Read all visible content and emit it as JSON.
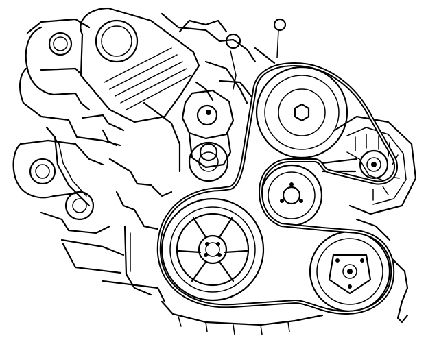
{
  "diagram": {
    "components": [
      "timing-belt-cover",
      "intake-manifold",
      "belt-tensioner-pulley",
      "water-pump-pulley",
      "alternator",
      "idler-pulley",
      "crankshaft-pulley",
      "ac-compressor-pulley",
      "serpentine-belt"
    ],
    "colors": {
      "ink": "#000000",
      "background": "#ffffff"
    }
  }
}
